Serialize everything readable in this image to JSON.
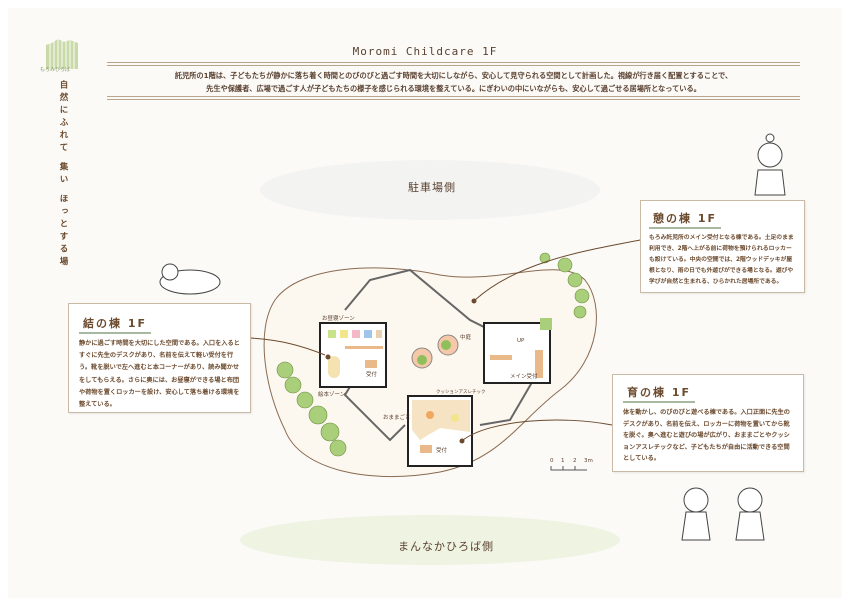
{
  "header": {
    "title": "Moromi Childcare 1F",
    "intro_lines": [
      "託児所の1階は、子どもたちが静かに落ち着く時間とのびのびと過ごす時間を大切にしながら、安心して見守られる空間として計画した。視線が行き届く配置とすることで、",
      "先生や保護者、広場で過ごす人が子どもたちの様子を感じられる環境を整えている。にぎわいの中にいながらも、安心して過ごせる居場所となっている。"
    ]
  },
  "brand": {
    "logo_text": "もろみひろば",
    "tagline": "自然にふれて 集い ほっとする場"
  },
  "site": {
    "top_label": "駐車場側",
    "bottom_label": "まんなかひろば側"
  },
  "plan_labels": {
    "nap": "お昼寝ゾーン",
    "picturebook": "絵本ゾーン",
    "reception1": "受付",
    "courtyard": "中庭",
    "up": "UP",
    "main_reception": "メイン受付",
    "cushion": "クッションアスレチック",
    "playhouse": "おままごと",
    "reception2": "受付",
    "scale": [
      "0",
      "1",
      "2",
      "3m"
    ]
  },
  "cards": {
    "musubi": {
      "title": "結の棟 1F",
      "text": "静かに過ごす時間を大切にした空間である。入口を入るとすぐに先生のデスクがあり、名前を伝えて軽い受付を行う。靴を脱いで左へ進むと本コーナーがあり、読み聞かせをしてもらえる。さらに奥には、お昼寝ができる場と布団や荷物を置くロッカーを設け、安心して落ち着ける環境を整えている。"
    },
    "ikoi": {
      "title": "憩の棟 1F",
      "text": "もろみ託児所のメイン受付となる棟である。土足のまま利用でき、2階へ上がる前に荷物を預けられるロッカーも設けている。中央の空間では、2階ウッドデッキが屋根となり、雨の日でも外遊びができる場となる。遊びや学びが自然と生まれる、ひらかれた居場所である。"
    },
    "hagukumi": {
      "title": "育の棟 1F",
      "text": "体を動かし、のびのびと遊べる棟である。入口正面に先生のデスクがあり、名前を伝え、ロッカーに荷物を置いてから靴を脱ぐ。奥へ進むと遊びの場が広がり、おままごとやクッションアスレチックなど、子どもたちが自由に活動できる空間としている。"
    }
  },
  "colors": {
    "accent": "#6b4a2e",
    "green": "#9cc46a",
    "wood": "#e9b98a"
  }
}
